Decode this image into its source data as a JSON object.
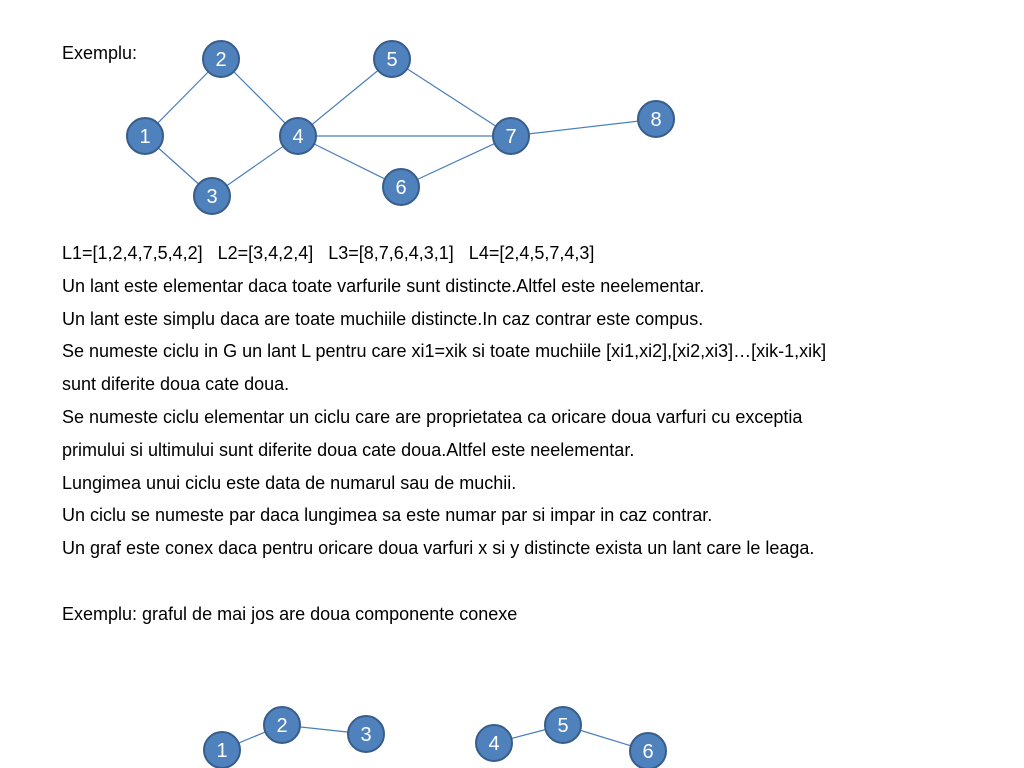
{
  "example_label": "Exemplu:",
  "graph_main": {
    "nodes": [
      {
        "id": "1",
        "label": "1"
      },
      {
        "id": "2",
        "label": "2"
      },
      {
        "id": "3",
        "label": "3"
      },
      {
        "id": "4",
        "label": "4"
      },
      {
        "id": "5",
        "label": "5"
      },
      {
        "id": "6",
        "label": "6"
      },
      {
        "id": "7",
        "label": "7"
      },
      {
        "id": "8",
        "label": "8"
      }
    ],
    "edges": [
      [
        "1",
        "2"
      ],
      [
        "1",
        "3"
      ],
      [
        "2",
        "4"
      ],
      [
        "3",
        "4"
      ],
      [
        "4",
        "5"
      ],
      [
        "4",
        "7"
      ],
      [
        "4",
        "6"
      ],
      [
        "5",
        "7"
      ],
      [
        "6",
        "7"
      ],
      [
        "7",
        "8"
      ]
    ]
  },
  "lines": [
    "L1=[1,2,4,7,5,4,2]   L2=[3,4,2,4]   L3=[8,7,6,4,3,1]   L4=[2,4,5,7,4,3]",
    "Un lant este elementar daca toate varfurile sunt distincte.Altfel este neelementar.",
    "Un lant este simplu daca are toate muchiile distincte.In caz contrar este compus.",
    "Se numeste ciclu in G un lant L pentru care xi1=xik si toate muchiile [xi1,xi2],[xi2,xi3]…[xik-1,xik]",
    "sunt diferite doua cate doua.",
    "Se numeste ciclu elementar un ciclu care are proprietatea ca oricare doua varfuri cu exceptia",
    "primului si ultimului sunt diferite doua cate doua.Altfel este neelementar.",
    "Lungimea unui ciclu este data de numarul sau de muchii.",
    "Un ciclu se numeste par daca lungimea sa este numar par si impar in caz contrar.",
    "Un graf este conex daca pentru oricare doua varfuri x si y distincte exista un lant care le leaga."
  ],
  "example2": "Exemplu: graful de mai jos are doua componente conexe",
  "graph_bottom": {
    "nodes": [
      {
        "id": "1",
        "label": "1"
      },
      {
        "id": "2",
        "label": "2"
      },
      {
        "id": "3",
        "label": "3"
      },
      {
        "id": "4",
        "label": "4"
      },
      {
        "id": "5",
        "label": "5"
      },
      {
        "id": "6",
        "label": "6"
      }
    ],
    "edges": [
      [
        "1",
        "2"
      ],
      [
        "2",
        "3"
      ],
      [
        "4",
        "5"
      ],
      [
        "5",
        "6"
      ]
    ]
  }
}
